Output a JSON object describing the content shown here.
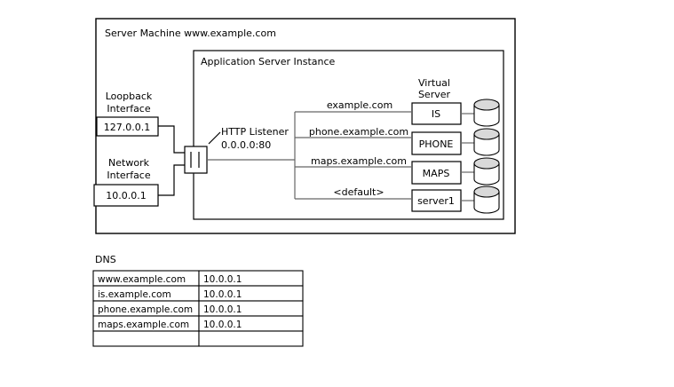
{
  "diagram": {
    "outer_box": {
      "title": "Server Machine www.example.com"
    },
    "inner_box": {
      "title": "Application Server Instance"
    },
    "interfaces": [
      {
        "name": "loopback-interface",
        "label_line1": "Loopback",
        "label_line2": "Interface",
        "address": "127.0.0.1"
      },
      {
        "name": "network-interface",
        "label_line1": "Network",
        "label_line2": "Interface",
        "address": "10.0.0.1"
      }
    ],
    "listener": {
      "label_line1": "HTTP Listener",
      "label_line2": "0.0.0.0:80"
    },
    "virtual_server_header_line1": "Virtual",
    "virtual_server_header_line2": "Server",
    "routes": [
      {
        "host": "example.com",
        "virtual_server": "IS"
      },
      {
        "host": "phone.example.com",
        "virtual_server": "PHONE"
      },
      {
        "host": "maps.example.com",
        "virtual_server": "MAPS"
      },
      {
        "host": "<default>",
        "virtual_server": "server1"
      }
    ]
  },
  "dns": {
    "title": "DNS",
    "rows": [
      {
        "hostname": "www.example.com",
        "address": "10.0.0.1"
      },
      {
        "hostname": "is.example.com",
        "address": "10.0.0.1"
      },
      {
        "hostname": "phone.example.com",
        "address": "10.0.0.1"
      },
      {
        "hostname": "maps.example.com",
        "address": "10.0.0.1"
      },
      {
        "hostname": "",
        "address": ""
      }
    ]
  },
  "colors": {
    "line": "#000000",
    "connector": "#666666",
    "cylinder_top": "#d9d9d9",
    "background": "#ffffff"
  }
}
